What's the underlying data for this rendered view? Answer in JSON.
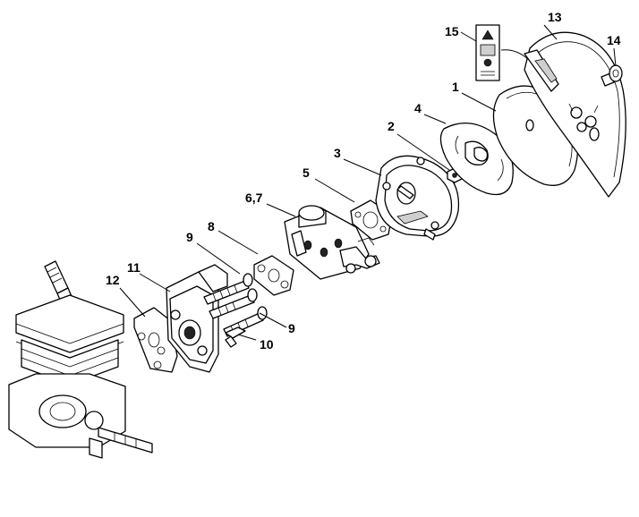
{
  "callouts": {
    "c1": "1",
    "c2": "2",
    "c3": "3",
    "c4": "4",
    "c5": "5",
    "c67": "6,7",
    "c8": "8",
    "c9a": "9",
    "c9b": "9",
    "c10": "10",
    "c11": "11",
    "c12": "12",
    "c13": "13",
    "c14": "14",
    "c15": "15"
  },
  "colors": {
    "line": "#000000",
    "background": "#ffffff"
  }
}
